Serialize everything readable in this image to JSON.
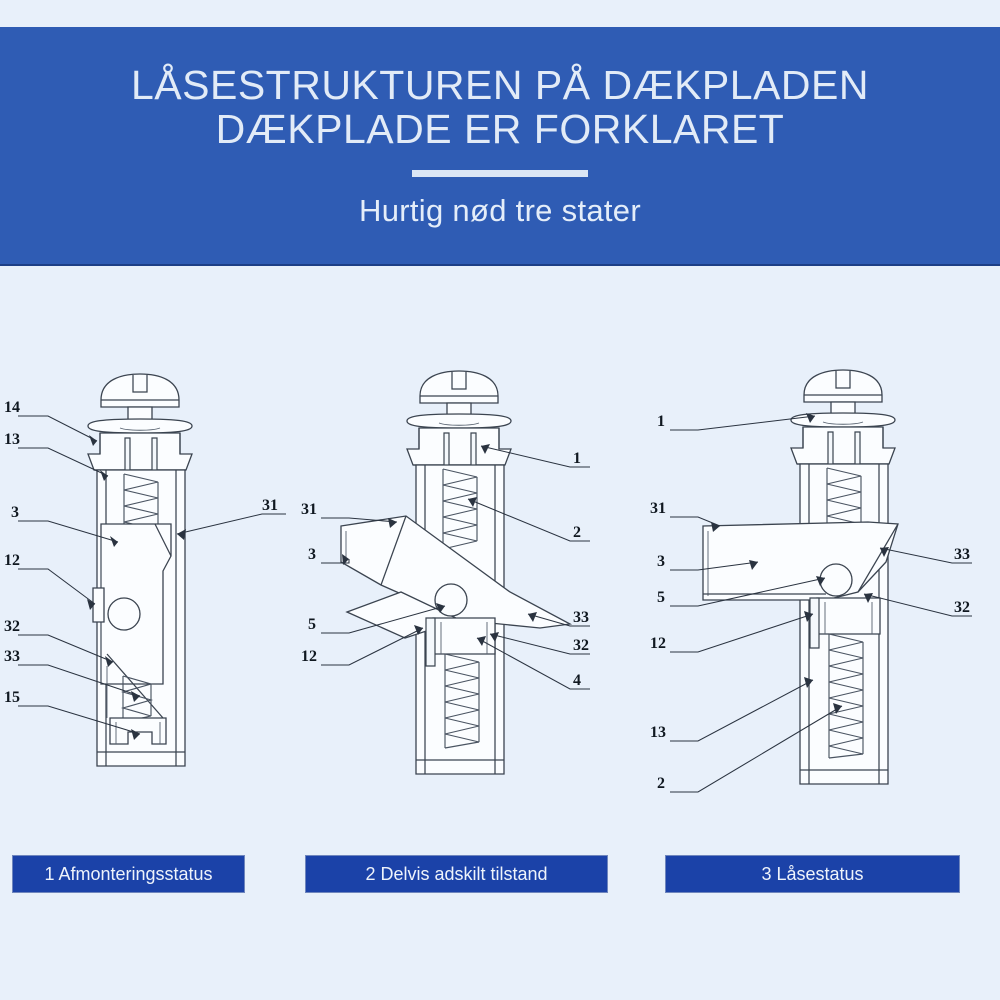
{
  "header": {
    "title": "LÅSESTRUKTUREN PÅ DÆKPLADEN\nDÆKPLADE ER FORKLARET",
    "subtitle": "Hurtig nød tre stater",
    "background_color": "#2f5cb4",
    "text_color": "#e2ebf7"
  },
  "page": {
    "background_color": "#e8f0fa"
  },
  "captions": [
    {
      "label": "1 Afmonteringsstatus"
    },
    {
      "label": "2 Delvis adskilt tilstand"
    },
    {
      "label": "3 Låsestatus"
    }
  ],
  "figures": [
    {
      "name": "figure-1",
      "caption": "1 Afmonteringsstatus",
      "callouts_left": [
        "14",
        "13",
        "3",
        "12",
        "32",
        "33",
        "15"
      ],
      "callouts_right": [
        "31"
      ]
    },
    {
      "name": "figure-2",
      "caption": "2 Delvis adskilt tilstand",
      "callouts_left": [
        "31",
        "3",
        "5",
        "12"
      ],
      "callouts_right": [
        "1",
        "2",
        "33",
        "32",
        "4"
      ]
    },
    {
      "name": "figure-3",
      "caption": "3 Låsestatus",
      "callouts_left": [
        "1",
        "31",
        "3",
        "5",
        "12",
        "13",
        "2"
      ],
      "callouts_right": [
        "33",
        "32"
      ]
    }
  ],
  "fig1": {
    "l14": "14",
    "l13": "13",
    "l3": "3",
    "l12": "12",
    "l32": "32",
    "l33": "33",
    "l15": "15",
    "r31": "31"
  },
  "fig2": {
    "l31": "31",
    "l3": "3",
    "l5": "5",
    "l12": "12",
    "r1": "1",
    "r2": "2",
    "r33": "33",
    "r32": "32",
    "r4": "4"
  },
  "fig3": {
    "l1": "1",
    "l31": "31",
    "l3": "3",
    "l5": "5",
    "l12": "12",
    "l13": "13",
    "l2": "2",
    "r33": "33",
    "r32": "32"
  }
}
